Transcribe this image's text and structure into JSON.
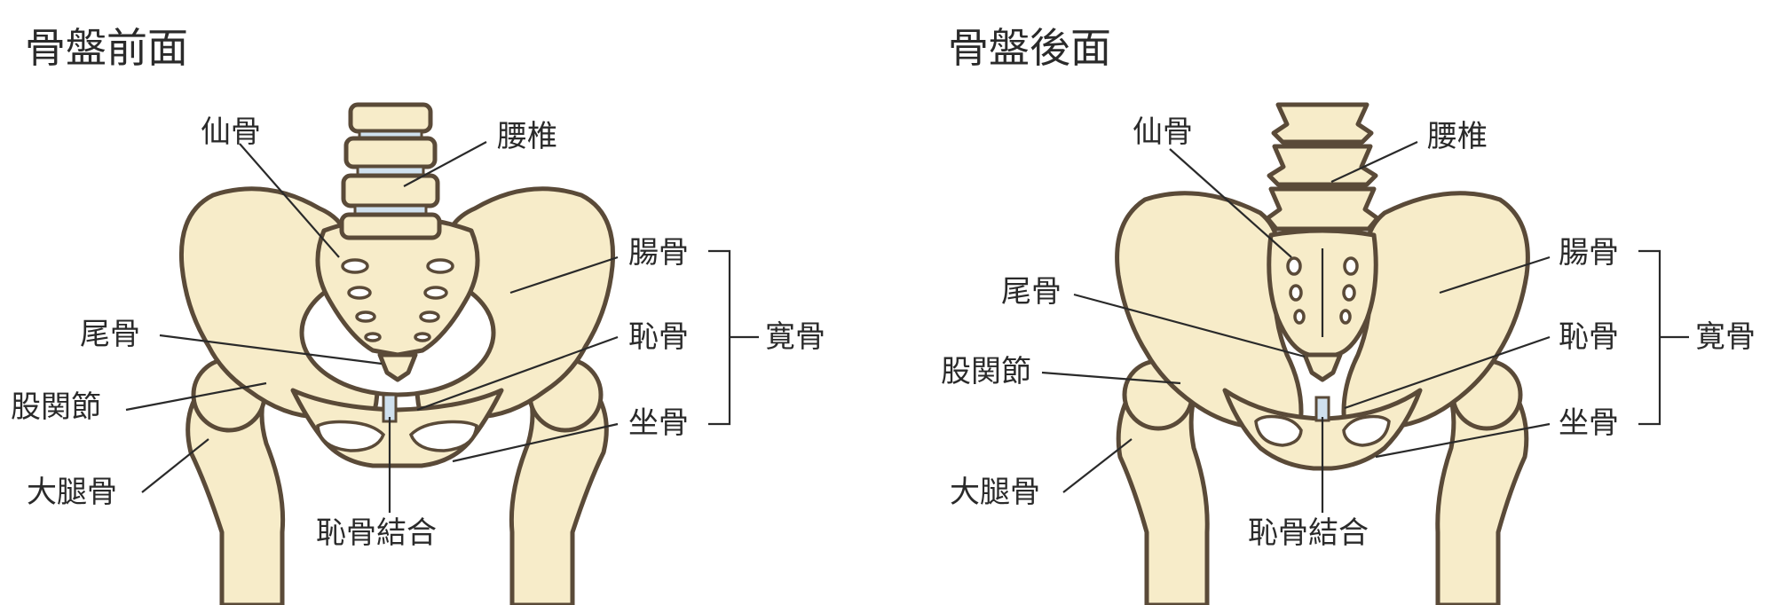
{
  "panels": {
    "front": {
      "title": "骨盤前面",
      "labels": {
        "sacrum": "仙骨",
        "lumbar": "腰椎",
        "ilium": "腸骨",
        "coccyx": "尾骨",
        "pubis": "恥骨",
        "hipbone": "寛骨",
        "hipjoint": "股関節",
        "ischium": "坐骨",
        "femur": "大腿骨",
        "symphysis": "恥骨結合"
      }
    },
    "back": {
      "title": "骨盤後面",
      "labels": {
        "sacrum": "仙骨",
        "lumbar": "腰椎",
        "ilium": "腸骨",
        "coccyx": "尾骨",
        "pubis": "恥骨",
        "hipbone": "寛骨",
        "hipjoint": "股関節",
        "ischium": "坐骨",
        "femur": "大腿骨",
        "symphysis": "恥骨結合"
      }
    }
  },
  "colors": {
    "bone_fill": "#f7ecc9",
    "bone_outline": "#5a4a38",
    "disc": "#cfe0ee"
  }
}
